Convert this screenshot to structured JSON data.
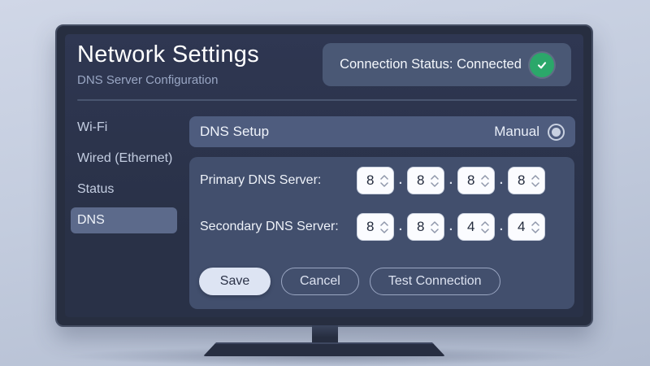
{
  "header": {
    "title": "Network Settings",
    "subtitle": "DNS Server Configuration"
  },
  "status": {
    "label": "Connection Status: Connected",
    "icon": "check-circle-icon",
    "color": "#2ba76a"
  },
  "sidebar": {
    "items": [
      {
        "label": "Wi-Fi",
        "selected": false
      },
      {
        "label": "Wired (Ethernet)",
        "selected": false
      },
      {
        "label": "Status",
        "selected": false
      },
      {
        "label": "DNS",
        "selected": true
      }
    ]
  },
  "dns_setup": {
    "label": "DNS Setup",
    "mode": "Manual",
    "radio_selected": true
  },
  "form": {
    "primary": {
      "label": "Primary DNS Server:",
      "octets": [
        "8",
        "8",
        "8",
        "8"
      ]
    },
    "secondary": {
      "label": "Secondary DNS Server:",
      "octets": [
        "8",
        "8",
        "4",
        "4"
      ]
    },
    "octet_separator": ".",
    "buttons": [
      {
        "label": "Save",
        "style": "primary"
      },
      {
        "label": "Cancel",
        "style": "outline"
      },
      {
        "label": "Test Connection",
        "style": "outline"
      }
    ]
  },
  "colors": {
    "screen_bg": "#293147",
    "panel_bg": "#424f6d",
    "setup_bar_bg": "#4e5c7e",
    "status_pill_bg": "#4a5875",
    "sidebar_selected_bg": "#5c6a8b",
    "save_button_bg": "#dde4f3",
    "accent_green": "#2ba76a"
  }
}
